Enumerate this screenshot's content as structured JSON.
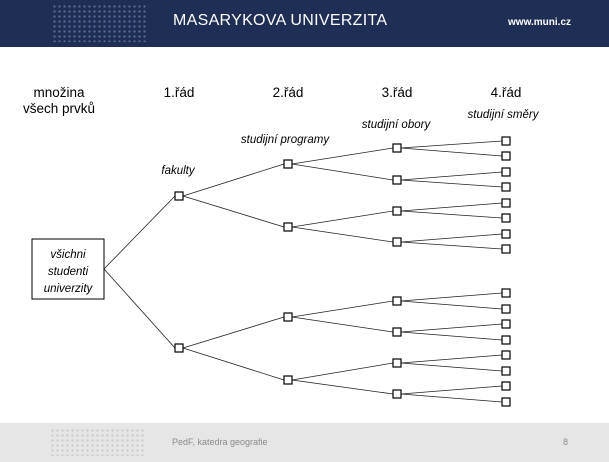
{
  "header": {
    "title": "MASARYKOVA UNIVERZITA",
    "url": "www.muni.cz",
    "accent_color": "#1f2e55"
  },
  "columns": {
    "c0_line1": "množina",
    "c0_line2": "všech prvků",
    "c1": "1.řád",
    "c2": "2.řád",
    "c3": "3.řád",
    "c4": "4.řád"
  },
  "level_names": {
    "l1": "fakulty",
    "l2": "studijní programy",
    "l3": "studijní obory",
    "l4": "studijní směry"
  },
  "root": {
    "line1": "všichni",
    "line2": "studenti",
    "line3": "univerzity"
  },
  "footer": {
    "text": "PedF, katedra geografie",
    "page": "8"
  }
}
